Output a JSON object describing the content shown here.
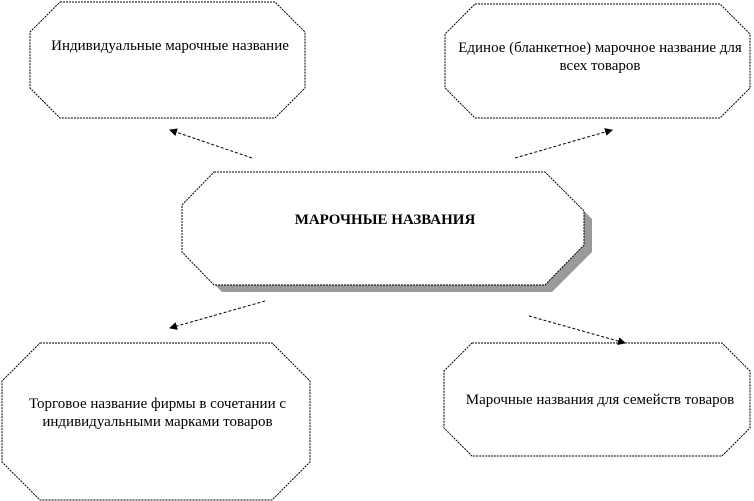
{
  "diagram": {
    "center": {
      "label": "МАРОЧНЫЕ НАЗВАНИЯ"
    },
    "nodes": {
      "top_left": {
        "label": "Индивидуальные марочные название"
      },
      "top_right": {
        "label": "Единое (бланкетное) марочное название для всех товаров"
      },
      "bottom_left": {
        "label": "Торговое название фирмы в сочетании с индивидуальными марками товаров"
      },
      "bottom_right": {
        "label": "Марочные названия для семейств товаров"
      }
    }
  }
}
